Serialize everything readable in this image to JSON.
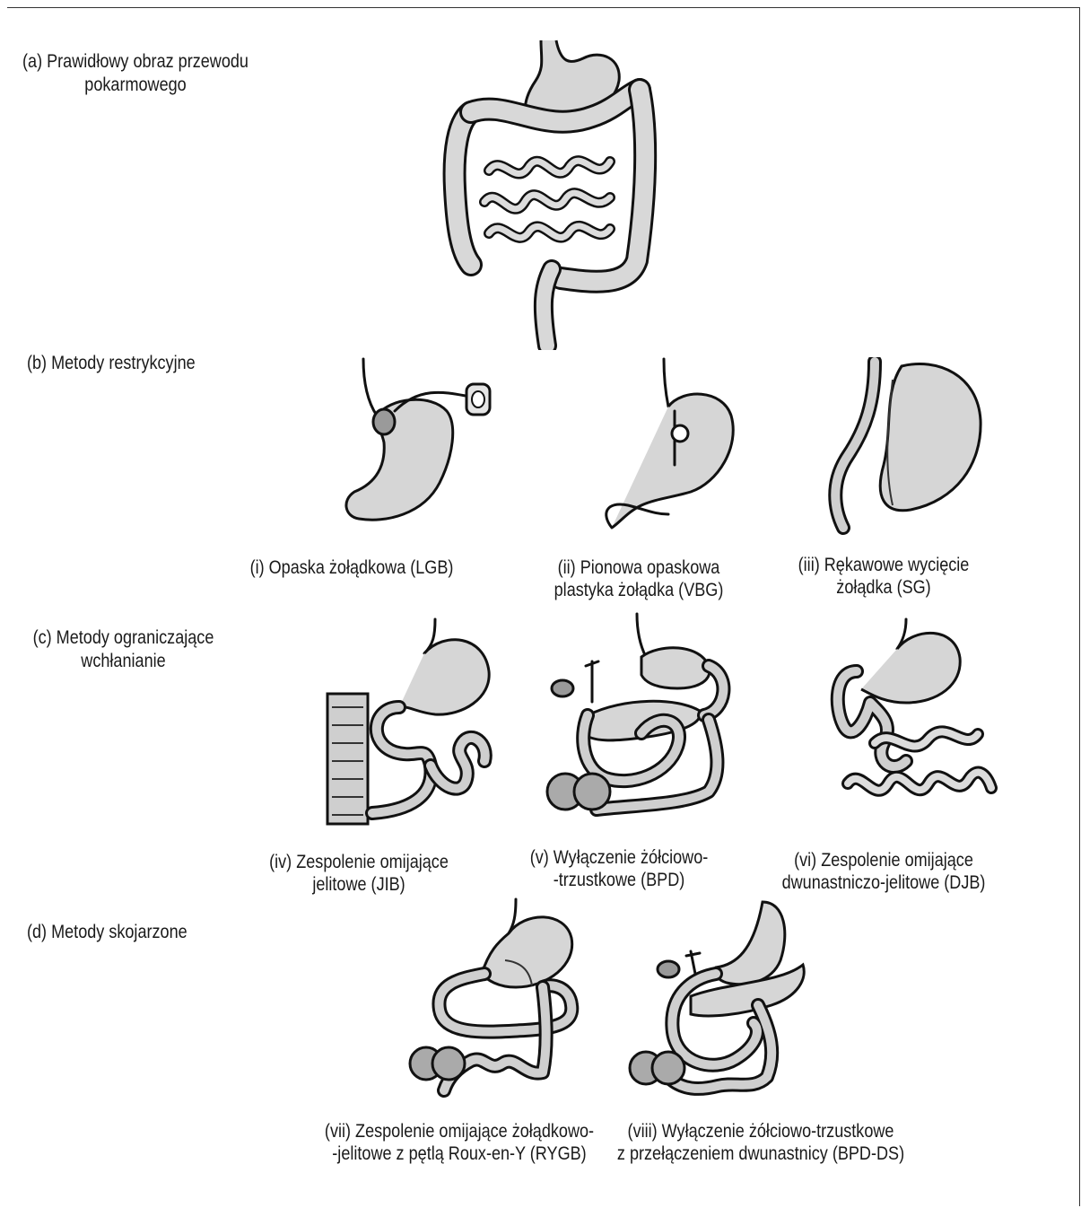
{
  "sections": {
    "a": {
      "label_line1": "(a) Prawidłowy obraz przewodu",
      "label_line2": "pokarmowego"
    },
    "b": {
      "label": "(b) Metody restrykcyjne"
    },
    "c": {
      "label_line1": "(c) Metody ograniczające",
      "label_line2": "wchłanianie"
    },
    "d": {
      "label": "(d) Metody skojarzone"
    }
  },
  "procedures": {
    "lgb": {
      "line1": "(i) Opaska żołądkowa (LGB)"
    },
    "vbg": {
      "line1": "(ii) Pionowa opaskowa",
      "line2": "plastyka żołądka (VBG)"
    },
    "sg": {
      "line1": "(iii) Rękawowe wycięcie",
      "line2": "żołądka (SG)"
    },
    "jib": {
      "line1": "(iv) Zespolenie omijające",
      "line2": "jelitowe (JIB)"
    },
    "bpd": {
      "line1": "(v) Wyłączenie żółciowo-",
      "line2": "-trzustkowe (BPD)"
    },
    "djb": {
      "line1": "(vi) Zespolenie omijające",
      "line2": "dwunastniczo-jelitowe (DJB)"
    },
    "rygb": {
      "line1": "(vii) Zespolenie omijające żołądkowo-",
      "line2": "-jelitowe z pętlą Roux-en-Y (RYGB)"
    },
    "bpdds": {
      "line1": "(viii) Wyłączenie żółciowo-trzustkowe",
      "line2": "z przełączeniem dwunastnicy (BPD-DS)"
    }
  }
}
